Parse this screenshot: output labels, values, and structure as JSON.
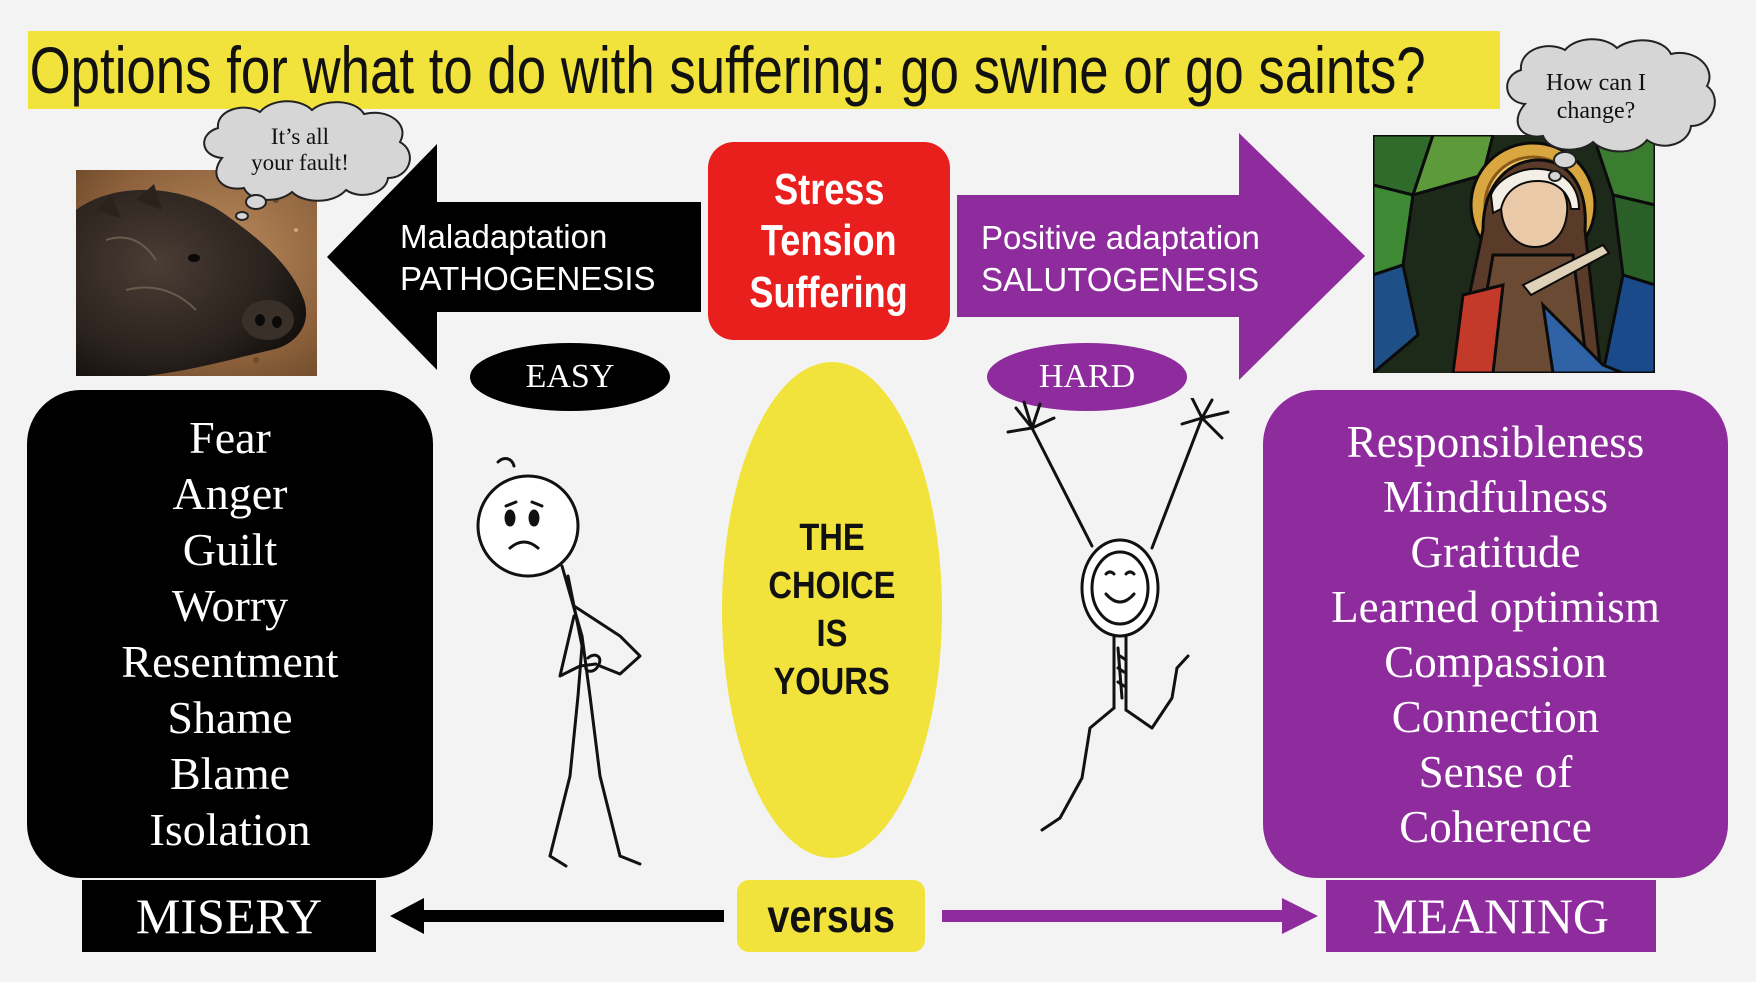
{
  "title": "Options for what to do with suffering:  go swine or go saints?",
  "pig_bubble": {
    "line1": "It’s all",
    "line2": "your fault!"
  },
  "saint_bubble": {
    "line1": "How can I",
    "line2": "change?"
  },
  "left_arrow": {
    "line1": "Maladaptation",
    "line2": "PATHOGENESIS",
    "color": "#000000"
  },
  "right_arrow": {
    "line1": "Positive adaptation",
    "line2": "SALUTOGENESIS",
    "color": "#8e2b9d"
  },
  "center_box": {
    "lines": [
      "Stress",
      "Tension",
      "Suffering"
    ],
    "color": "#e81f1d"
  },
  "easy_label": "EASY",
  "hard_label": "HARD",
  "choice": {
    "lines": [
      "THE",
      "CHOICE",
      "IS",
      "YOURS"
    ],
    "color": "#f2e33c"
  },
  "negative_list": [
    "Fear",
    "Anger",
    "Guilt",
    "Worry",
    "Resentment",
    "Shame",
    "Blame",
    "Isolation"
  ],
  "positive_list": [
    "Responsibleness",
    "Mindfulness",
    "Gratitude",
    "Learned optimism",
    "Compassion",
    "Connection",
    "Sense of",
    "Coherence"
  ],
  "misery_label": "MISERY",
  "versus_label": "versus",
  "meaning_label": "MEANING"
}
